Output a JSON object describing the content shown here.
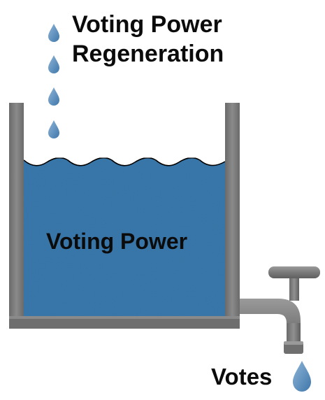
{
  "regeneration_title": {
    "line1": "Voting Power",
    "line2": "Regeneration"
  },
  "tank_label": "Voting Power",
  "output_label": "Votes",
  "colors": {
    "water": "#3a79ad",
    "water_light": "#4f8cc0",
    "drop": "#5b8fc0",
    "tank_wall": "#7b7b7b",
    "tank_wall_dark": "#5d5d5d",
    "pipe": "#7d7d7d",
    "text": "#0b0b0b"
  },
  "icons": {
    "falling_drops": "water-drop-icon",
    "faucet": "faucet-icon"
  }
}
